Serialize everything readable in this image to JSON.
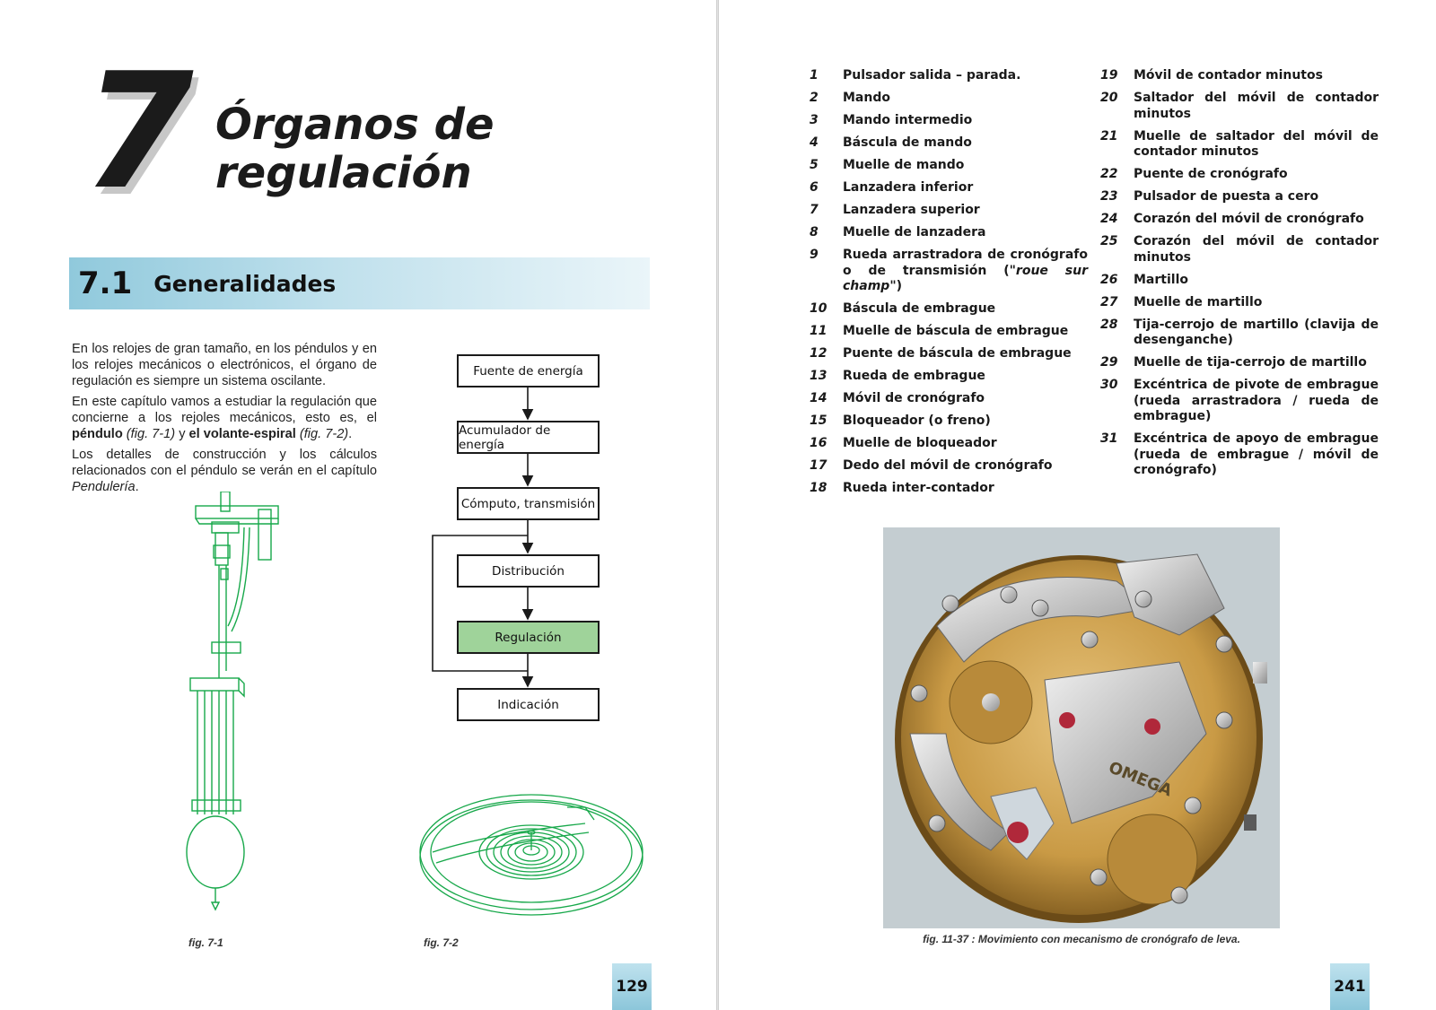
{
  "left_page": {
    "chapter_number": "7",
    "chapter_title_line1": "Órganos de",
    "chapter_title_line2": "regulación",
    "section_number": "7.1",
    "section_title": "Generalidades",
    "paragraph1": "En los relojes de gran tamaño, en los péndulos y en los relojes mecánicos o electrónicos, el órgano de regulación es siempre un sistema oscilante.",
    "paragraph2_a": "En este capítulo vamos a estudiar la regulación que concierne a los rejoles mecánicos, esto es, el ",
    "paragraph2_b": "péndulo",
    "paragraph2_c": " (fig. 7-1)",
    "paragraph2_d": " y ",
    "paragraph2_e": "el volante-espiral",
    "paragraph2_f": " (fig. 7-2)",
    "paragraph2_g": ".",
    "paragraph3_a": "Los detalles de construcción y los cálculos relacionados con el péndulo se verán en el capítulo ",
    "paragraph3_b": "Pendulería",
    "paragraph3_c": ".",
    "flowchart": [
      "Fuente de energía",
      "Acumulador de energía",
      "Cómputo, transmisión",
      "Distribución",
      "Regulación",
      "Indicación"
    ],
    "flowchart_highlight_index": 4,
    "fig1_caption": "fig. 7-1",
    "fig2_caption": "fig. 7-2",
    "page_number": "129",
    "accent_colors": {
      "section_band": "#90c9dc",
      "highlight": "#9fd39a",
      "drawing": "#17a84a"
    }
  },
  "right_page": {
    "legend_col1": [
      {
        "num": "1",
        "label": "Pulsador salida – parada."
      },
      {
        "num": "2",
        "label": "Mando"
      },
      {
        "num": "3",
        "label": "Mando intermedio"
      },
      {
        "num": "4",
        "label": "Báscula de mando"
      },
      {
        "num": "5",
        "label": "Muelle de mando"
      },
      {
        "num": "6",
        "label": "Lanzadera inferior"
      },
      {
        "num": "7",
        "label": "Lanzadera superior"
      },
      {
        "num": "8",
        "label": "Muelle de lanzadera"
      },
      {
        "num": "9",
        "label_a": "Rueda arrastradora de cronógrafo o de transmisión (\"",
        "label_b": "roue sur champ",
        "label_c": "\")"
      },
      {
        "num": "10",
        "label": "Báscula de embrague"
      },
      {
        "num": "11",
        "label": "Muelle de báscula de embrague"
      },
      {
        "num": "12",
        "label": "Puente de báscula de embrague"
      },
      {
        "num": "13",
        "label": "Rueda de embrague"
      },
      {
        "num": "14",
        "label": "Móvil de cronógrafo"
      },
      {
        "num": "15",
        "label": "Bloqueador (o freno)"
      },
      {
        "num": "16",
        "label": "Muelle de bloqueador"
      },
      {
        "num": "17",
        "label": "Dedo del móvil de cronógrafo"
      },
      {
        "num": "18",
        "label": "Rueda inter-contador"
      }
    ],
    "legend_col2": [
      {
        "num": "19",
        "label": "Móvil de contador minutos"
      },
      {
        "num": "20",
        "label": "Saltador del móvil de contador minutos"
      },
      {
        "num": "21",
        "label": "Muelle de saltador del móvil de contador minutos"
      },
      {
        "num": "22",
        "label": "Puente de cronógrafo"
      },
      {
        "num": "23",
        "label": "Pulsador de puesta a cero"
      },
      {
        "num": "24",
        "label": "Corazón del móvil de cronógrafo"
      },
      {
        "num": "25",
        "label": "Corazón del móvil de contador minutos"
      },
      {
        "num": "26",
        "label": "Martillo"
      },
      {
        "num": "27",
        "label": "Muelle de martillo"
      },
      {
        "num": "28",
        "label": "Tija-cerrojo de martillo (clavija de desenganche)"
      },
      {
        "num": "29",
        "label": "Muelle de tija-cerrojo de martillo"
      },
      {
        "num": "30",
        "label": "Excéntrica de pivote de embrague (rueda arrastradora / rueda de embrague)"
      },
      {
        "num": "31",
        "label": "Excéntrica de apoyo de embrague (rueda de embrague / móvil de cronógrafo)"
      }
    ],
    "photo_engraving_brand": "OMEGA",
    "photo_caption": "fig. 11-37 : Movimiento con mecanismo de cronógrafo de leva.",
    "page_number": "241"
  }
}
